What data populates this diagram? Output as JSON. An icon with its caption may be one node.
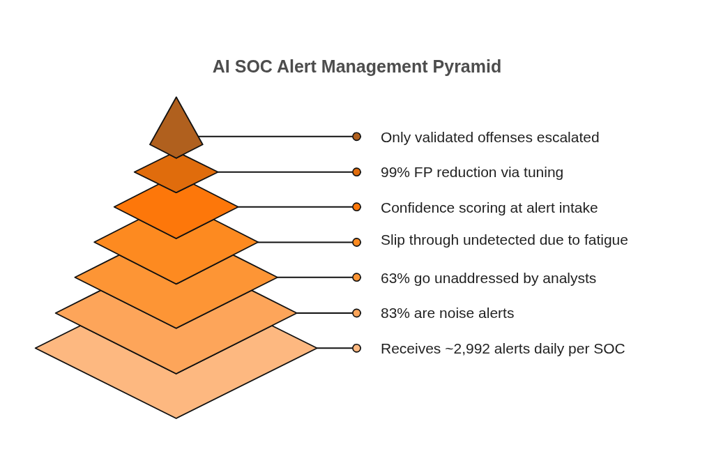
{
  "diagram": {
    "title": "AI SOC Alert Management Pyramid",
    "nodes": [
      {
        "text": [],
        "shape": "triangle"
      },
      {
        "text": [
          "Only validated offenses escalated"
        ]
      },
      {
        "text": [],
        "shape": "diamond"
      },
      {
        "text": [
          "99% FP reduction via tuning"
        ]
      },
      {
        "text": [],
        "shape": "diamond"
      },
      {
        "text": [
          "Confidence scoring at alert intake"
        ]
      },
      {
        "text": [],
        "shape": "diamond"
      },
      {
        "text": [
          "Slip through undetected due to fatigue"
        ]
      },
      {
        "text": [],
        "shape": "diamond"
      },
      {
        "text": [
          "63% go unaddressed by analysts"
        ]
      },
      {
        "text": [],
        "shape": "diamond"
      },
      {
        "text": [
          "83% are noise alerts"
        ]
      },
      {
        "text": [],
        "shape": "diamond"
      },
      {
        "text": [
          "Receives ~2,992 alerts daily per SOC"
        ]
      }
    ],
    "edges": [
      {
        "from": 1,
        "to": 0,
        "arrow": "other"
      },
      {
        "from": 3,
        "to": 2,
        "arrow": "other"
      },
      {
        "from": 5,
        "to": 4,
        "arrow": "other"
      },
      {
        "from": 7,
        "to": 6,
        "arrow": "other"
      },
      {
        "from": 9,
        "to": 8,
        "arrow": "other"
      },
      {
        "from": 11,
        "to": 10,
        "arrow": "other"
      },
      {
        "from": 13,
        "to": 12,
        "arrow": "other"
      }
    ]
  }
}
